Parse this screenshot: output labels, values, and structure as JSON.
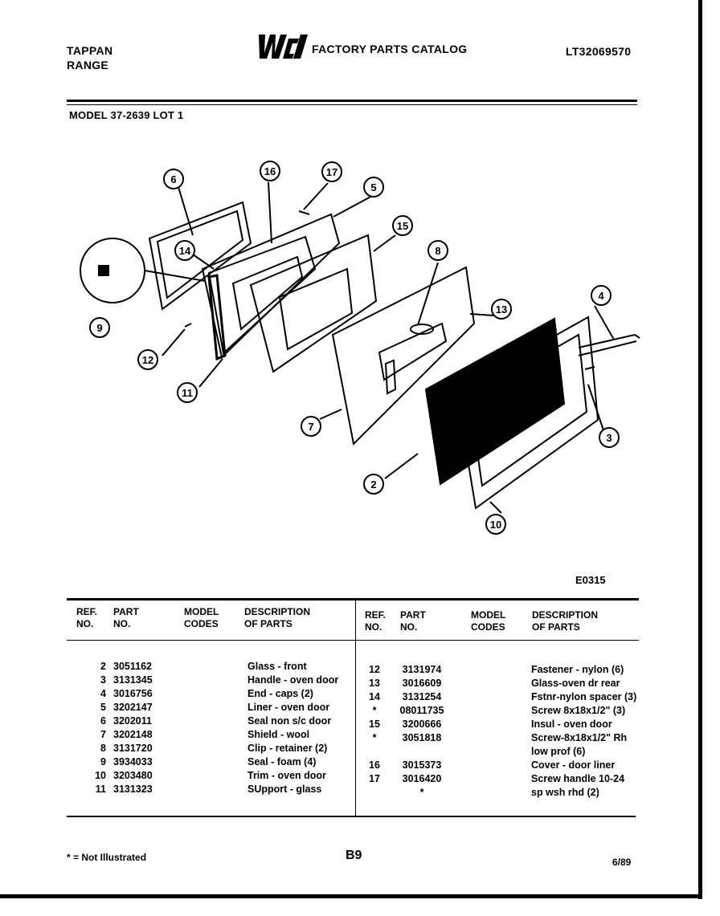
{
  "header": {
    "brand": "TAPPAN\nRANGE",
    "logo_text": "WCI",
    "catalog_title": "FACTORY PARTS CATALOG",
    "doc_id": "LT32069570",
    "model": "MODEL 37-2639 LOT 1"
  },
  "diagram": {
    "code": "E0315",
    "callouts": [
      "6",
      "16",
      "17",
      "5",
      "15",
      "14",
      "8",
      "9",
      "13",
      "4",
      "12",
      "11",
      "7",
      "3",
      "2",
      "10"
    ]
  },
  "table": {
    "headers": {
      "ref": "REF.\nNO.",
      "part": "PART\nNO.",
      "model": "MODEL\nCODES",
      "desc": "DESCRIPTION\nOF PARTS"
    },
    "left": {
      "refs": "2\n3\n4\n5\n6\n7\n8\n9\n10\n11",
      "parts": "3051162\n3131345\n3016756\n3202147\n3202011\n3202148\n3131720\n3934033\n3203480\n3131323",
      "descs": "Glass - front\nHandle - oven door\nEnd - caps (2)\nLiner - oven door\nSeal non s/c door\nShield - wool\nClip - retainer (2)\nSeal - foam (4)\nTrim - oven door\nSUpport - glass"
    },
    "right": {
      "refs": "12\n13\n14\n*\n15\n*\n\n16\n17",
      "parts": "3131974\n3016609\n3131254\n08011735\n3200666\n3051818\n\n3015373\n3016420\n*",
      "descs": "Fastener - nylon (6)\nGlass-oven dr rear\nFstnr-nylon spacer (3)\nScrew 8x18x1/2\" (3)\nInsul - oven door\nScrew-8x18x1/2\" Rh\nlow prof (6)\nCover - door liner\nScrew handle 10-24\nsp wsh rhd (2)"
    }
  },
  "footer": {
    "note": "* = Not Illustrated",
    "page": "B9",
    "date": "6/89"
  }
}
